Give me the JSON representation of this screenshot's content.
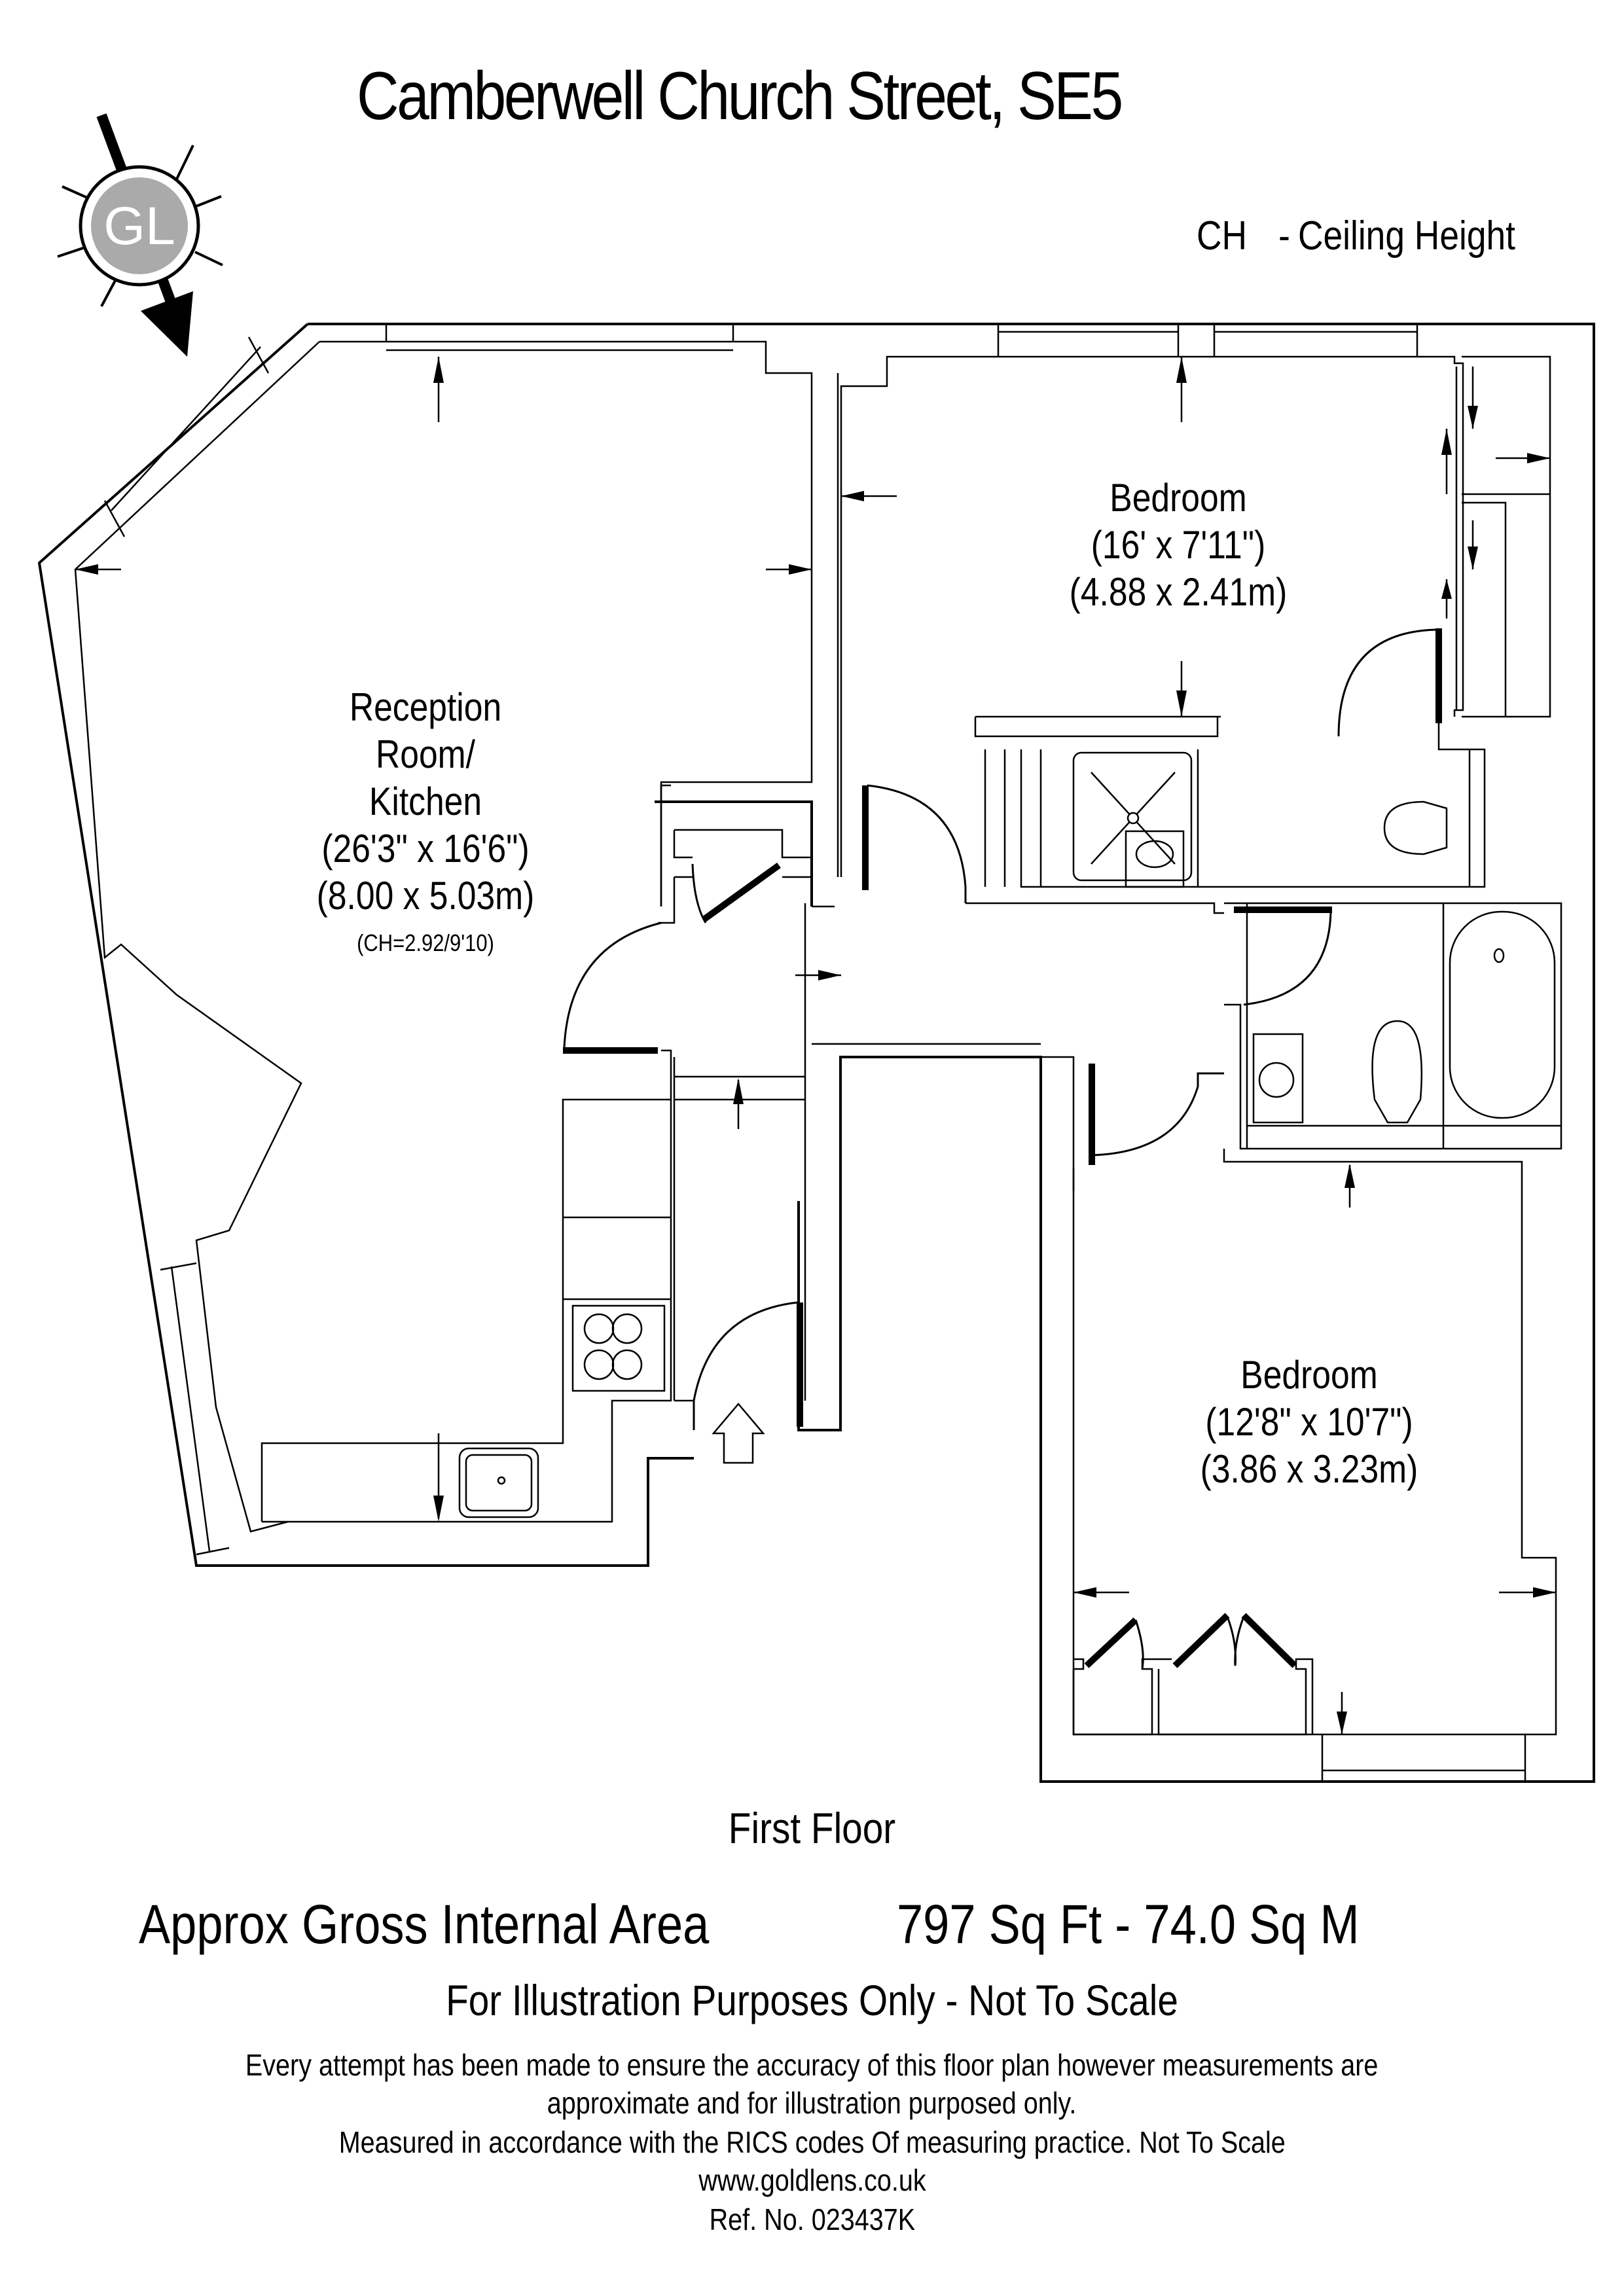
{
  "header": {
    "title": "Camberwell Church Street, SE5",
    "legend": {
      "abbr": "CH",
      "separator": "-",
      "meaning": "Ceiling Height"
    }
  },
  "logo": {
    "text": "GL",
    "fill_color": "#aaaaaa",
    "icon": "compass-north-arrow-icon"
  },
  "rooms": [
    {
      "name_lines": [
        "Reception",
        "Room/",
        "Kitchen"
      ],
      "dims_imperial": "(26'3\" x 16'6\")",
      "dims_metric": "(8.00 x 5.03m)",
      "ceiling_height": "(CH=2.92/9'10)"
    },
    {
      "name_lines": [
        "Bedroom"
      ],
      "dims_imperial": "(16' x 7'11\")",
      "dims_metric": "(4.88 x 2.41m)"
    },
    {
      "name_lines": [
        "Bedroom"
      ],
      "dims_imperial": "(12'8\" x 10'7\")",
      "dims_metric": "(3.86 x 3.23m)"
    }
  ],
  "floor_name": "First Floor",
  "area": {
    "label": "Approx Gross Internal Area",
    "value": "797 Sq Ft  - 74.0 Sq M"
  },
  "illustration_note": "For Illustration Purposes Only - Not To Scale",
  "disclaimer": [
    "Every attempt has been made to ensure the accuracy of this floor plan however measurements are",
    "approximate and for illustration purposed only.",
    "Measured in accordance with the RICS codes Of measuring practice. Not To Scale",
    "www.goldlens.co.uk",
    "Ref. No. 023437K"
  ],
  "colors": {
    "line": "#000000",
    "background": "#ffffff",
    "logo_grey": "#aaaaaa"
  }
}
